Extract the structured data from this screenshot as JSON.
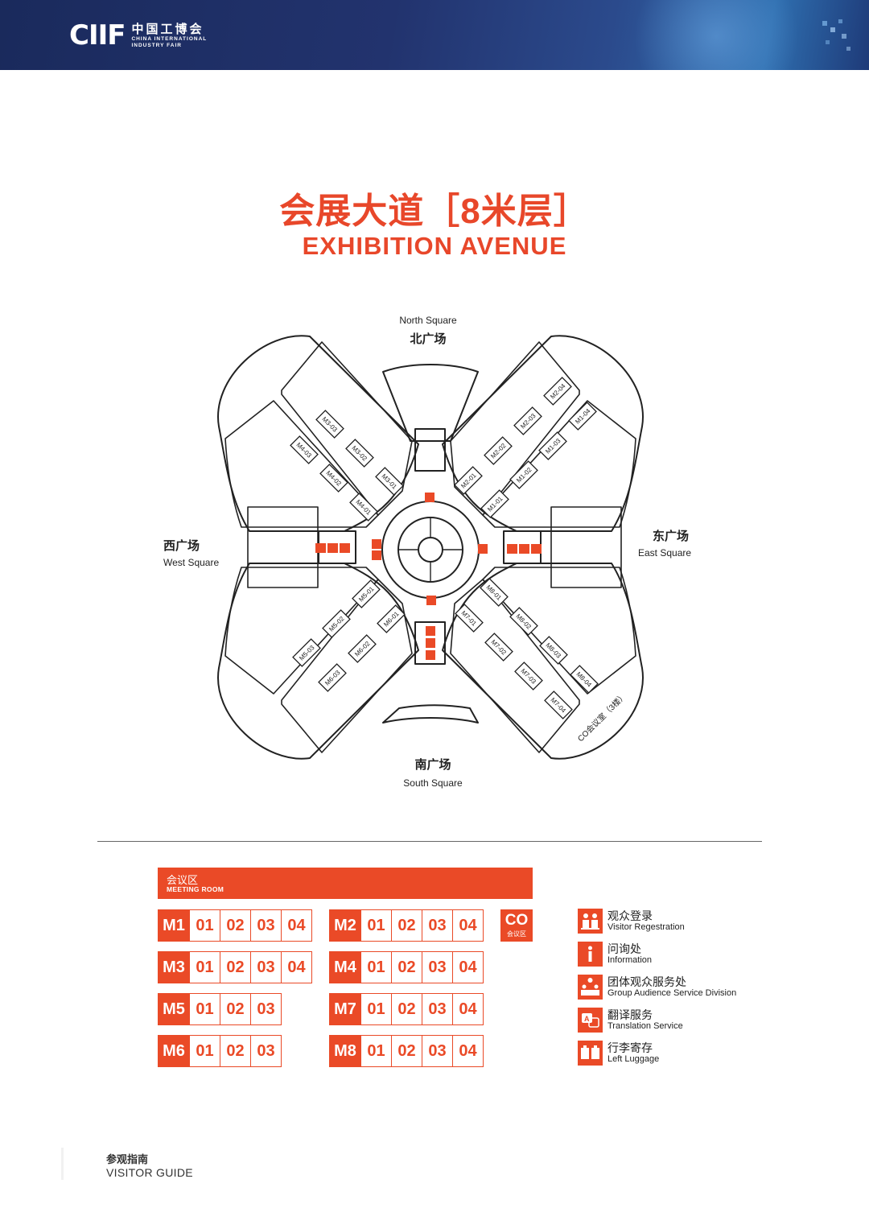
{
  "header": {
    "logo_mark": "CIIF",
    "logo_cn": "中国工博会",
    "logo_en_line1": "CHINA INTERNATIONAL",
    "logo_en_line2": "INDUSTRY FAIR"
  },
  "title": {
    "cn": "会展大道［8米层］",
    "en": "EXHIBITION AVENUE"
  },
  "map": {
    "north_en": "North Square",
    "north_cn": "北广场",
    "south_cn": "南广场",
    "south_en": "South Square",
    "west_cn": "西广场",
    "west_en": "West Square",
    "east_cn": "东广场",
    "east_en": "East Square",
    "co_label": "CO会议室（3楼）",
    "rooms": {
      "m3_03": "M3-03",
      "m3_02": "M3-02",
      "m3_01": "M3-01",
      "m4_03": "M4-03",
      "m4_02": "M4-02",
      "m4_01": "M4-01",
      "m2_04": "M2-04",
      "m2_03": "M2-03",
      "m2_02": "M2-02",
      "m2_01": "M2-01",
      "m1_04": "M1-04",
      "m1_03": "M1-03",
      "m1_02": "M1-02",
      "m1_01": "M1-01",
      "m5_01": "M5-01",
      "m5_02": "M5-02",
      "m5_03": "M5-03",
      "m6_01": "M6-01",
      "m6_02": "M6-02",
      "m6_03": "M6-03",
      "m7_01": "M7-01",
      "m7_02": "M7-02",
      "m7_03": "M7-03",
      "m7_04": "M7-04",
      "m8_01": "M8-01",
      "m8_02": "M8-02",
      "m8_03": "M8-03",
      "m8_04": "M8-04"
    }
  },
  "meeting": {
    "cn": "会议区",
    "en": "MEETING ROOM",
    "rows": {
      "m1": {
        "hall": "M1",
        "r1": "01",
        "r2": "02",
        "r3": "03",
        "r4": "04"
      },
      "m2": {
        "hall": "M2",
        "r1": "01",
        "r2": "02",
        "r3": "03",
        "r4": "04"
      },
      "m3": {
        "hall": "M3",
        "r1": "01",
        "r2": "02",
        "r3": "03",
        "r4": "04"
      },
      "m4": {
        "hall": "M4",
        "r1": "01",
        "r2": "02",
        "r3": "03",
        "r4": "04"
      },
      "m5": {
        "hall": "M5",
        "r1": "01",
        "r2": "02",
        "r3": "03"
      },
      "m7": {
        "hall": "M7",
        "r1": "01",
        "r2": "02",
        "r3": "03",
        "r4": "04"
      },
      "m6": {
        "hall": "M6",
        "r1": "01",
        "r2": "02",
        "r3": "03"
      },
      "m8": {
        "hall": "M8",
        "r1": "01",
        "r2": "02",
        "r3": "03",
        "r4": "04"
      }
    },
    "co": {
      "big": "CO",
      "small": "会议区"
    }
  },
  "legend": {
    "registration": {
      "cn": "观众登录",
      "en": "Visitor Regestration",
      "icon": "visitor-registration-icon"
    },
    "information": {
      "cn": "问询处",
      "en": "Information",
      "icon": "information-icon"
    },
    "group": {
      "cn": "团体观众服务处",
      "en": "Group Audience Service Division",
      "icon": "group-service-icon"
    },
    "translation": {
      "cn": "翻译服务",
      "en": "Translation Service",
      "icon": "translation-icon"
    },
    "luggage": {
      "cn": "行李寄存",
      "en": "Left Luggage",
      "icon": "luggage-icon"
    }
  },
  "footer": {
    "cn": "参观指南",
    "en": "VISITOR GUIDE"
  },
  "colors": {
    "accent": "#ea4a27",
    "header_bg": "#1f2f66",
    "line": "#222222"
  }
}
